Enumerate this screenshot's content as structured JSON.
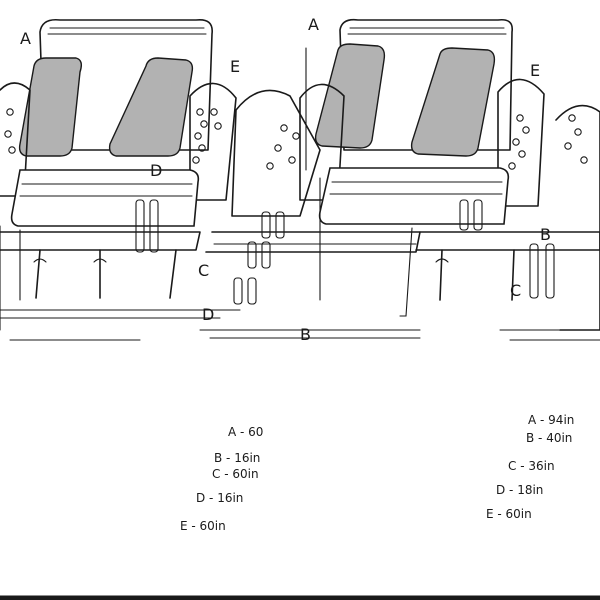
{
  "colors": {
    "line": "#1a1a1a",
    "cushion": "#b2b2b2",
    "background": "#ffffff"
  },
  "labels": {
    "a": "A",
    "b": "B",
    "c": "C",
    "d": "D",
    "e": "E"
  },
  "dimensions_left": {
    "a": "A - 60",
    "b": "B - 16in",
    "c": "C - 60in",
    "d": "D - 16in",
    "e": "E - 60in"
  },
  "dimensions_right": {
    "a": "A - 94in",
    "b": "B - 40in",
    "c": "C - 36in",
    "d": "D - 18in",
    "e": "E - 60in"
  }
}
